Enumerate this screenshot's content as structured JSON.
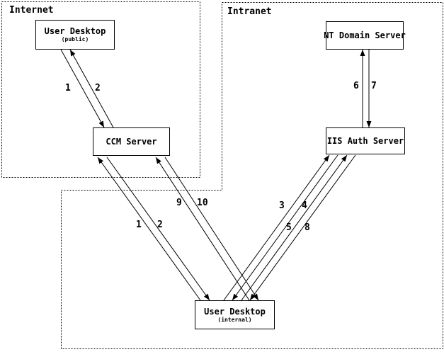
{
  "zones": [
    {
      "id": "internet",
      "label": "Internet"
    },
    {
      "id": "intranet",
      "label": "Intranet"
    }
  ],
  "nodes": [
    {
      "id": "user-desktop-public",
      "title": "User Desktop",
      "subtitle": "(public)"
    },
    {
      "id": "ccm-server",
      "title": "CCM Server"
    },
    {
      "id": "nt-domain-server",
      "title": "NT Domain Server"
    },
    {
      "id": "iis-auth-server",
      "title": "IIS Auth Server"
    },
    {
      "id": "user-desktop-internal",
      "title": "User Desktop",
      "subtitle": "(internal)"
    }
  ],
  "flows": [
    {
      "label": "1",
      "from": "user-desktop-public",
      "to": "ccm-server"
    },
    {
      "label": "2",
      "from": "ccm-server",
      "to": "user-desktop-public"
    },
    {
      "label": "1",
      "from": "user-desktop-internal",
      "to": "ccm-server"
    },
    {
      "label": "2",
      "from": "ccm-server",
      "to": "user-desktop-internal"
    },
    {
      "label": "9",
      "from": "user-desktop-internal",
      "to": "ccm-server"
    },
    {
      "label": "10",
      "from": "ccm-server",
      "to": "user-desktop-internal"
    },
    {
      "label": "3",
      "from": "user-desktop-internal",
      "to": "iis-auth-server"
    },
    {
      "label": "4",
      "from": "iis-auth-server",
      "to": "user-desktop-internal"
    },
    {
      "label": "5",
      "from": "user-desktop-internal",
      "to": "iis-auth-server"
    },
    {
      "label": "8",
      "from": "iis-auth-server",
      "to": "user-desktop-internal"
    },
    {
      "label": "6",
      "from": "iis-auth-server",
      "to": "nt-domain-server"
    },
    {
      "label": "7",
      "from": "nt-domain-server",
      "to": "iis-auth-server"
    }
  ],
  "colors": {
    "line": "#000000",
    "background": "#ffffff"
  }
}
